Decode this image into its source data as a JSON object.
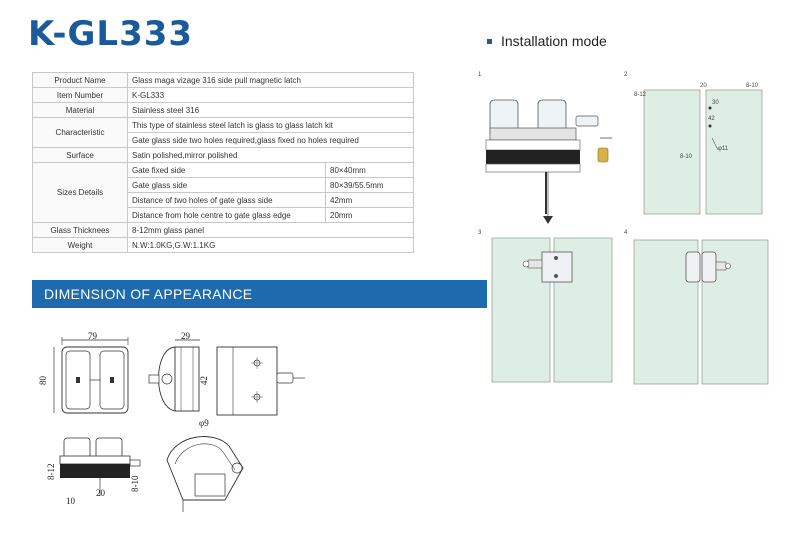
{
  "title": "K-GL333",
  "install_heading": "Installation mode",
  "spec": {
    "product_name_label": "Product Name",
    "product_name": "Glass maga vizage 316 side pull magnetic latch",
    "item_number_label": "Item Number",
    "item_number": "K-GL333",
    "material_label": "Material",
    "material": "Stainless steel 316",
    "characteristic_label": "Characteristic",
    "characteristic_1": "This type of stainless steel latch is glass to glass latch kit",
    "characteristic_2": "Gate glass side two holes required,glass fixed no holes required",
    "surface_label": "Surface",
    "surface": "Satin polished,mirror polished",
    "sizes_label": "Sizes Details",
    "sizes": [
      {
        "name": "Gate fixed side",
        "value": "80×40mm"
      },
      {
        "name": "Gate glass side",
        "value": "80×39/55.5mm"
      },
      {
        "name": "Distance of two holes of gate glass side",
        "value": "42mm"
      },
      {
        "name": "Distance from hole centre to gate glass edge",
        "value": "20mm"
      }
    ],
    "glass_label": "Glass Thicknees",
    "glass": "8-12mm glass panel",
    "weight_label": "Weight",
    "weight": "N.W:1.0KG,G.W:1.1KG"
  },
  "dimension_heading": "DIMENSION OF APPEARANCE",
  "drawing_dims": {
    "width_top": "79",
    "height_left": "80",
    "width_side": "29",
    "hole_spacing": "42",
    "diameter": "φ9",
    "thickness": "8-12",
    "thickness_2": "8-10",
    "offset_20": "20",
    "offset_10": "10"
  },
  "install_steps": {
    "step1": "1",
    "step2": "2",
    "step3": "3",
    "step4": "4",
    "s2_left": "8-12",
    "s2_mid": "20",
    "s2_right": "8-10",
    "s2_a": "30",
    "s2_b": "42",
    "s2_c": "8-10",
    "s2_d": "φ11"
  },
  "colors": {
    "brand_blue": "#1b5a9a",
    "bar_blue": "#1d6aae",
    "glass_green": "#dfeee4"
  }
}
